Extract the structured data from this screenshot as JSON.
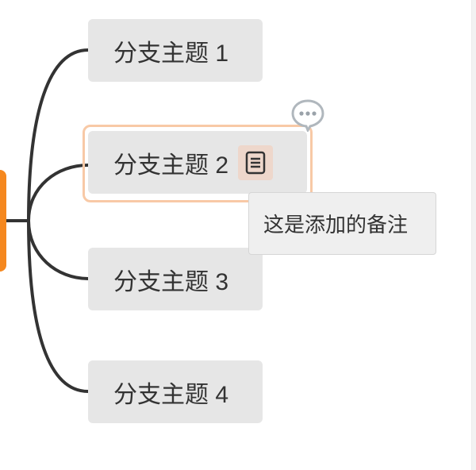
{
  "mindmap": {
    "branches": [
      {
        "label": "分支主题 1"
      },
      {
        "label": "分支主题 2",
        "has_note": true,
        "selected": true
      },
      {
        "label": "分支主题 3"
      },
      {
        "label": "分支主题 4"
      }
    ],
    "note_tooltip": "这是添加的备注",
    "icons": {
      "note": "note-document-icon",
      "comment": "comment-bubble-icon"
    },
    "colors": {
      "root_accent": "#f5881f",
      "selection_ring": "#f8c9a6",
      "node_fill": "#e6e6e6",
      "connector": "#333333",
      "note_badge": "#eed7cb"
    }
  }
}
